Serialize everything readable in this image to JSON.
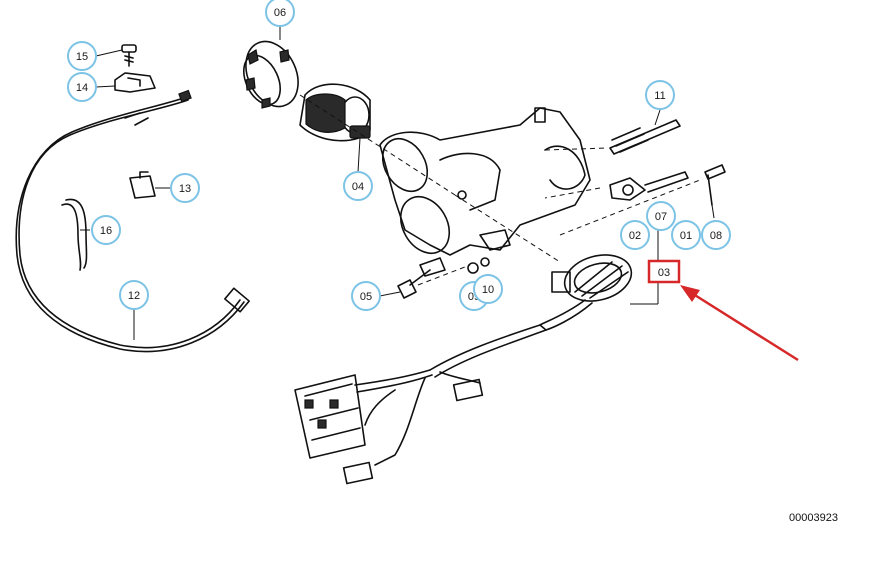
{
  "diagram": {
    "reference_code": "00003923",
    "callouts": [
      {
        "id": "c15",
        "label": "15"
      },
      {
        "id": "c14",
        "label": "14"
      },
      {
        "id": "c06",
        "label": "06"
      },
      {
        "id": "c11",
        "label": "11"
      },
      {
        "id": "c04",
        "label": "04"
      },
      {
        "id": "c13",
        "label": "13"
      },
      {
        "id": "c16",
        "label": "16"
      },
      {
        "id": "c07",
        "label": "07"
      },
      {
        "id": "c02",
        "label": "02"
      },
      {
        "id": "c01",
        "label": "01"
      },
      {
        "id": "c08",
        "label": "08"
      },
      {
        "id": "c12",
        "label": "12"
      },
      {
        "id": "c05",
        "label": "05"
      },
      {
        "id": "c09",
        "label": "09"
      },
      {
        "id": "c10",
        "label": "10"
      }
    ],
    "highlight": {
      "label": "03",
      "color": "#d62828"
    },
    "callout_ring_color": "#7cc3e6"
  }
}
